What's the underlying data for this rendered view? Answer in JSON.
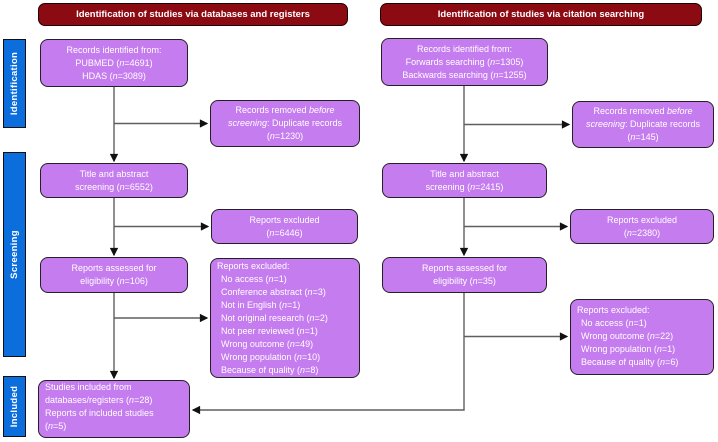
{
  "palette": {
    "header_bg": "#8C0A12",
    "header_text": "#FFFFFF",
    "box_bg": "#C57CEF",
    "box_border": "#242024",
    "box_text": "#FFFFFF",
    "sidebar_bg": "#0B6EDC",
    "sidebar_text": "#FFFFFF",
    "arrow_line": "#5F5F5F",
    "arrow_head": "#111111",
    "canvas_bg": "#FFFFFF"
  },
  "headers": {
    "databases": "Identification of studies via databases and registers",
    "citation": "Identification of studies via citation searching"
  },
  "sidebar": {
    "identification": "Identification",
    "screening": "Screening",
    "included": "Included"
  },
  "database_column": {
    "records_identified": {
      "lines": [
        "Records identified from:",
        "PUBMED (*n*=4691)",
        "HDAS (*n*=3089)"
      ]
    },
    "records_removed": {
      "lines": [
        "Records removed *before*",
        "*screening*: Duplicate records",
        "(*n*=1230)"
      ]
    },
    "title_abstract": {
      "lines": [
        "Title and abstract",
        "screening (*n*=6552)"
      ]
    },
    "reports_excluded": {
      "lines": [
        "Reports excluded",
        "(*n*=6446)"
      ]
    },
    "reports_assessed": {
      "lines": [
        "Reports assessed for",
        "eligibility (*n*=106)"
      ]
    },
    "exclusion_reasons": {
      "lines": [
        "Reports excluded:",
        "No access (*n*=1)",
        "Conference abstract (*n*=3)",
        "Not in English (*n*=1)",
        "Not original research (*n*=2)",
        "Not peer reviewed (*n*=1)",
        "Wrong outcome (*n*=49)",
        "Wrong population (*n*=10)",
        "Because of quality (*n*=8)"
      ]
    },
    "studies_included": {
      "lines": [
        "Studies included from",
        "databases/registers (*n*=28)",
        "Reports of included studies",
        "(*n*=5)"
      ]
    }
  },
  "citation_column": {
    "records_identified": {
      "lines": [
        "Records identified from:",
        "Forwards searching (*n*=1305)",
        "Backwards searching (*n*=1255)"
      ]
    },
    "records_removed": {
      "lines": [
        "Records removed *before*",
        "*screening*: Duplicate records",
        "(*n*=145)"
      ]
    },
    "title_abstract": {
      "lines": [
        "Title and abstract",
        "screening (*n*=2415)"
      ]
    },
    "reports_excluded": {
      "lines": [
        "Reports excluded",
        "(*n*=2380)"
      ]
    },
    "reports_assessed": {
      "lines": [
        "Reports assessed for",
        "eligibility (*n*=35)"
      ]
    },
    "exclusion_reasons": {
      "lines": [
        "Reports excluded:",
        "No access (*n*=1)",
        "Wrong outcome (*n*=22)",
        "Wrong population (*n*=1)",
        "Because of quality (*n*=6)"
      ]
    }
  }
}
